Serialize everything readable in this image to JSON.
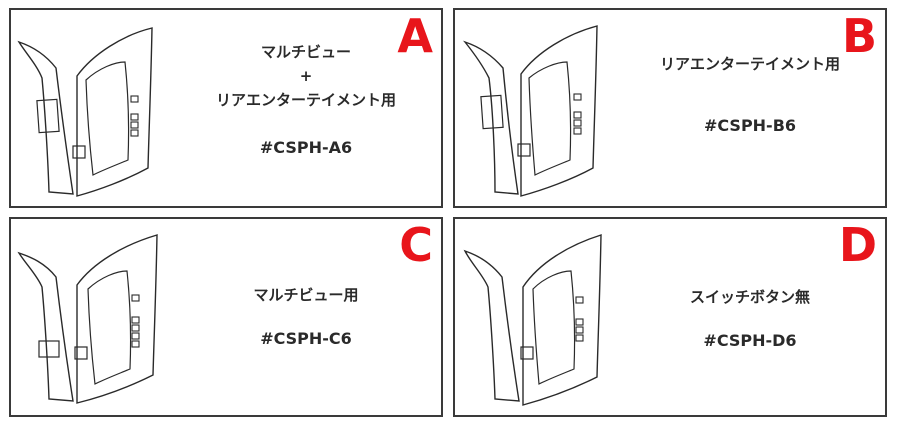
{
  "accent_color": "#e8151b",
  "outline_color": "#2a2a2a",
  "panels": [
    {
      "id": "A",
      "letter": "A",
      "lines": [
        "マルチビュー",
        "+",
        "リアエンターテイメント用"
      ],
      "code": "#CSPH-A6"
    },
    {
      "id": "B",
      "letter": "B",
      "lines": [
        "リアエンターテイメント用"
      ],
      "code": "#CSPH-B6"
    },
    {
      "id": "C",
      "letter": "C",
      "lines": [
        "マルチビュー用"
      ],
      "code": "#CSPH-C6"
    },
    {
      "id": "D",
      "letter": "D",
      "lines": [
        "スイッチボタン無"
      ],
      "code": "#CSPH-D6"
    }
  ]
}
